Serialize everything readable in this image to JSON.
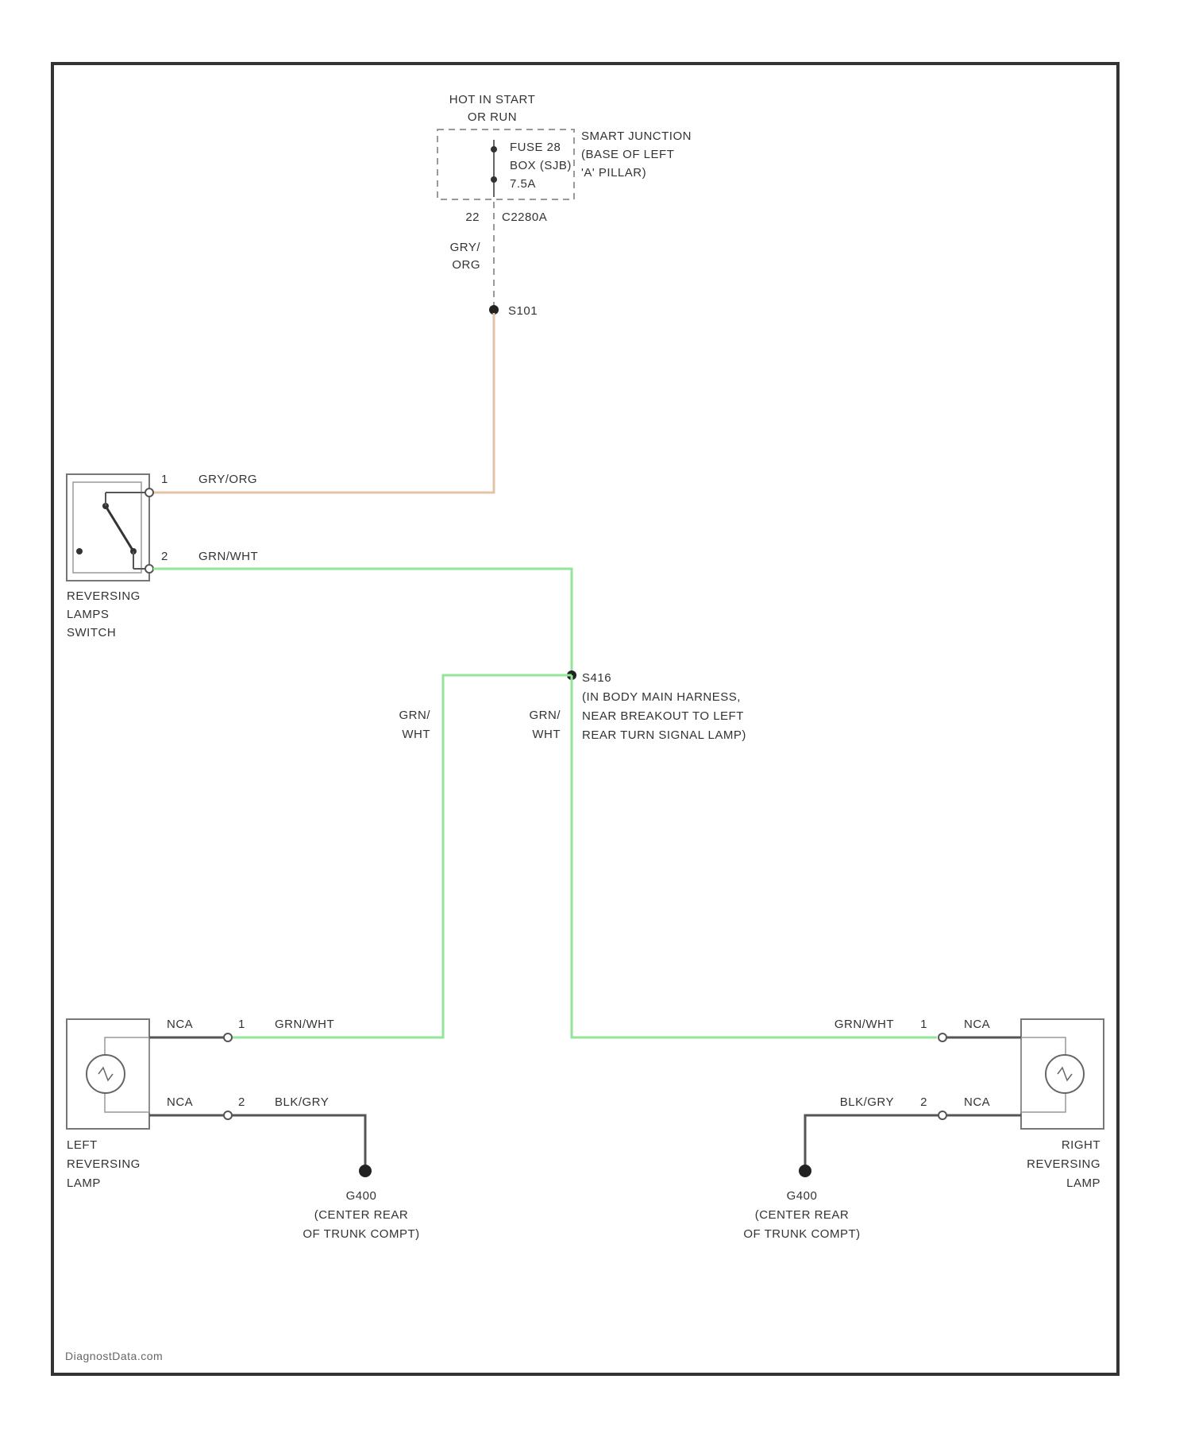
{
  "fuse": {
    "hot_line1": "HOT IN START",
    "hot_line2": "OR RUN",
    "fuse_line1": "FUSE 28",
    "fuse_line2": "BOX (SJB)",
    "fuse_line3": "7.5A",
    "sjb_line1": "SMART JUNCTION",
    "sjb_line2": "(BASE OF LEFT",
    "sjb_line3": "'A' PILLAR)",
    "pin": "22",
    "connector": "C2280A"
  },
  "wires": {
    "gry_org_v1": "GRY/",
    "gry_org_v2": "ORG",
    "gry_org": "GRY/ORG",
    "grn_wht": "GRN/WHT",
    "grn_v1": "GRN/",
    "grn_v2": "WHT",
    "blk_gry": "BLK/GRY",
    "nca": "NCA"
  },
  "splices": {
    "s101": "S101",
    "s416_line1": "S416",
    "s416_line2": "(IN BODY MAIN HARNESS,",
    "s416_line3": "NEAR BREAKOUT TO LEFT",
    "s416_line4": "REAR TURN SIGNAL LAMP)"
  },
  "switch": {
    "line1": "REVERSING",
    "line2": "LAMPS",
    "line3": "SWITCH",
    "pin1": "1",
    "pin2": "2"
  },
  "left_lamp": {
    "line1": "LEFT",
    "line2": "REVERSING",
    "line3": "LAMP",
    "pin1": "1",
    "pin2": "2"
  },
  "right_lamp": {
    "line1": "RIGHT",
    "line2": "REVERSING",
    "line3": "LAMP",
    "pin1": "1",
    "pin2": "2"
  },
  "ground": {
    "id": "G400",
    "line1": "(CENTER REAR",
    "line2": "OF TRUNK COMPT)"
  },
  "footer": {
    "watermark": "DiagnostData.com"
  }
}
